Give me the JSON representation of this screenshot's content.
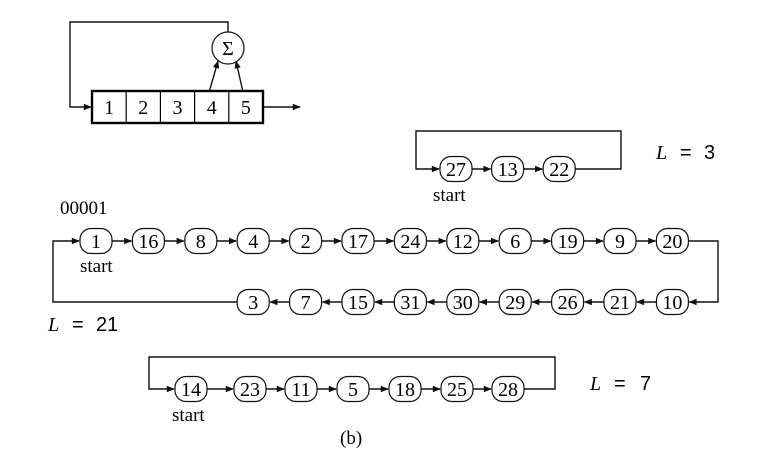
{
  "figure_label": "(b)",
  "register": {
    "cells": [
      "1",
      "2",
      "3",
      "4",
      "5"
    ],
    "taps": [
      "4",
      "5"
    ],
    "adder_symbol": "Σ"
  },
  "initial_state_label": "00001",
  "start_label": "start",
  "cycles": [
    {
      "id": "cycle-21",
      "length_label": "L",
      "equals": "=",
      "length": "21",
      "layout": "two-row",
      "top_row": [
        "1",
        "16",
        "8",
        "4",
        "2",
        "17",
        "24",
        "12",
        "6",
        "19",
        "9",
        "20"
      ],
      "bottom_row_right_to_left": [
        "10",
        "21",
        "26",
        "29",
        "30",
        "31",
        "15",
        "7",
        "3"
      ]
    },
    {
      "id": "cycle-3",
      "length_label": "L",
      "equals": "=",
      "length": "3",
      "layout": "single-row",
      "nodes": [
        "27",
        "13",
        "22"
      ]
    },
    {
      "id": "cycle-7",
      "length_label": "L",
      "equals": "=",
      "length": "7",
      "layout": "single-row",
      "nodes": [
        "14",
        "23",
        "11",
        "5",
        "18",
        "25",
        "28"
      ]
    }
  ]
}
